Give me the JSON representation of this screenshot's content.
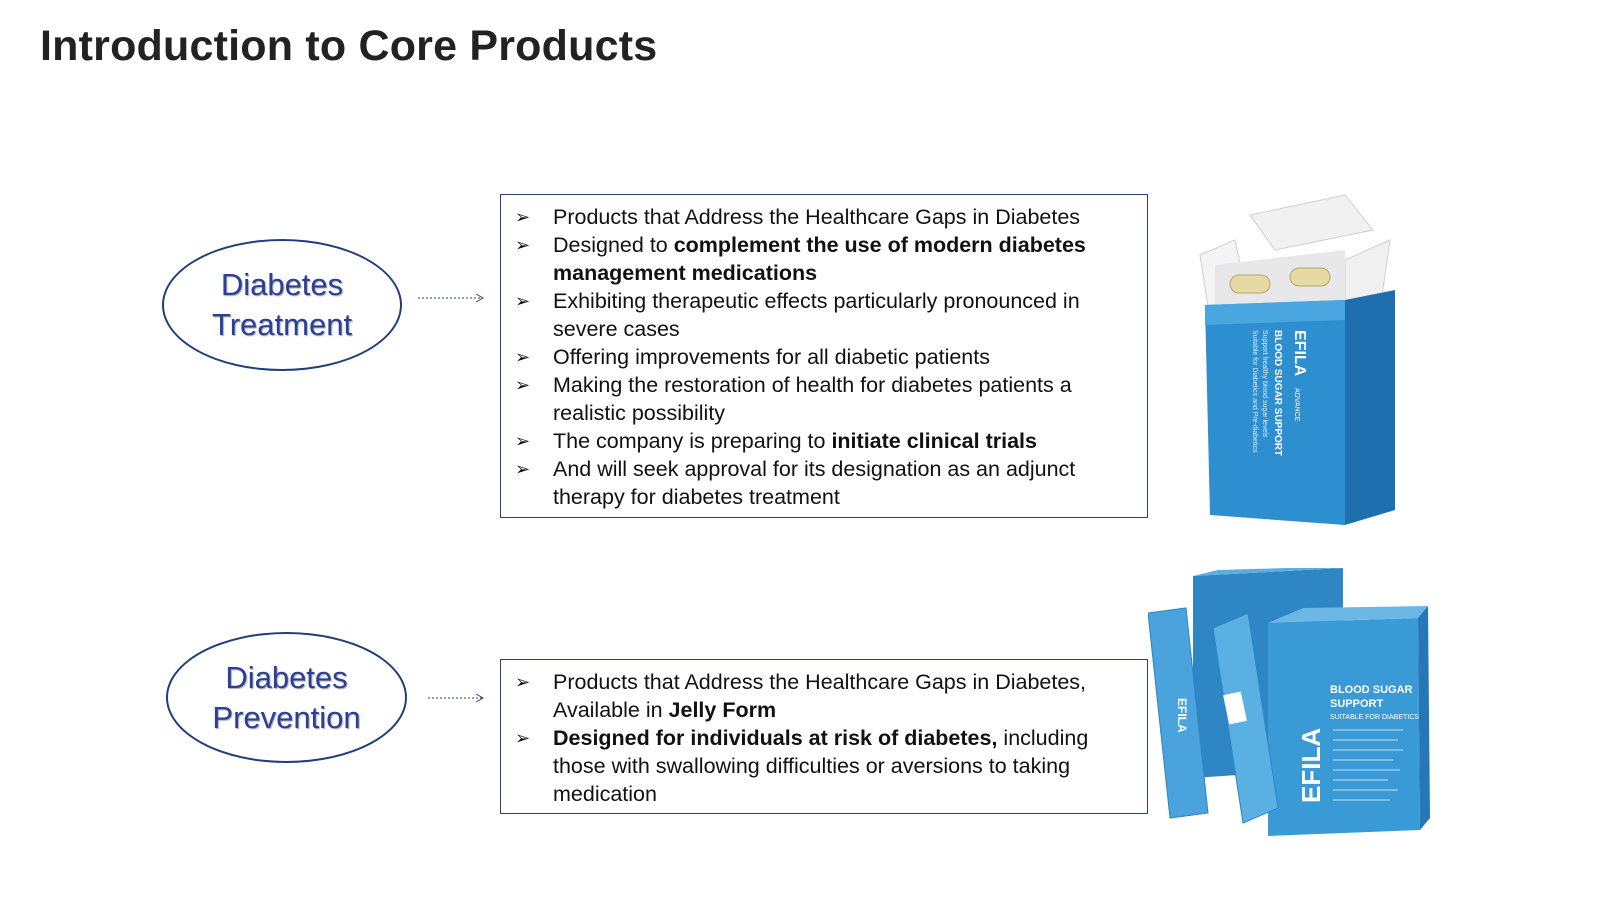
{
  "title": "Introduction to Core Products",
  "treatment": {
    "label_line1": "Diabetes",
    "label_line2": "Treatment",
    "bullet_glyph": "➢",
    "b1": "Products that Address the Healthcare Gaps in Diabetes",
    "b2_pre": "Designed to ",
    "b2_bold": "complement the use of modern diabetes management medications",
    "b3": "Exhibiting therapeutic effects particularly pronounced in severe cases",
    "b4": "Offering improvements for all diabetic patients",
    "b5": "Making the restoration of health for diabetes patients a realistic possibility",
    "b6_pre": "The company is preparing to ",
    "b6_bold": "initiate clinical trials",
    "b7": "And will seek approval for its designation as an adjunct therapy for diabetes treatment"
  },
  "prevention": {
    "label_line1": "Diabetes",
    "label_line2": "Prevention",
    "bullet_glyph": "➢",
    "b1_pre": "Products that Address the Healthcare Gaps in Diabetes, Available in ",
    "b1_bold": "Jelly Form",
    "b2_bold": "Designed for individuals at risk of diabetes,",
    "b2_post": " including those with swallowing difficulties or aversions to taking medication"
  },
  "product_images": {
    "box_brand": "EFILA",
    "box_variant": "ADVANCE",
    "box_headline": "BLOOD SUGAR SUPPORT",
    "box_sub1": "Support healthy blood sugar levels",
    "box_sub2": "Suitable for Diabetics and Pre-diabetics",
    "jelly_brand": "EFILA",
    "jelly_headline1": "BLOOD SUGAR",
    "jelly_headline2": "SUPPORT",
    "jelly_sub": "SUITABLE FOR DIABETICS",
    "colors": {
      "box_blue": "#2e8fd0",
      "box_dark": "#1d6fae",
      "jelly_blue": "#3a9ad6"
    }
  },
  "colors": {
    "oval_border": "#1f3f7a",
    "oval_text": "#2a3f98",
    "box_border": "#2a3f7a",
    "arrow": "#2a3f7a"
  }
}
